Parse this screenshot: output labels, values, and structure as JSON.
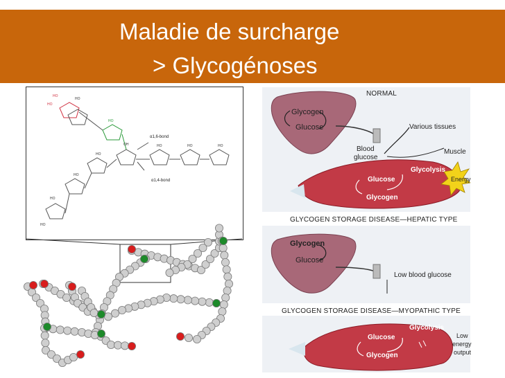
{
  "title": {
    "line1": "Maladie de surcharge",
    "line2": "> Glycogénoses"
  },
  "colors": {
    "title_bar": "#c8660b",
    "liver": "#a86878",
    "muscle": "#c23a46",
    "bead": "#cfcfcf",
    "bead_red": "#d81d1d",
    "bead_green": "#1d8a2a",
    "energy_star": "#f2d21a",
    "panel_bg": "#eef1f5"
  },
  "chem": {
    "bond_16": "α1,6-bond",
    "bond_14": "α1,4-bond"
  },
  "normal": {
    "header": "NORMAL",
    "glycogen": "Glycogen",
    "glucose": "Glucose",
    "various_tissues": "Various tissues",
    "blood_glucose_1": "Blood",
    "blood_glucose_2": "glucose",
    "muscle": "Muscle",
    "glycolysis": "Glycolysis",
    "m_glucose": "Glucose",
    "m_glycogen": "Glycogen",
    "energy": "Energy"
  },
  "hepatic": {
    "header": "GLYCOGEN STORAGE DISEASE—HEPATIC TYPE",
    "glycogen": "Glycogen",
    "glucose": "Glucose",
    "low_blood_glucose": "Low blood glucose"
  },
  "myopathic": {
    "header": "GLYCOGEN STORAGE DISEASE—MYOPATHIC TYPE",
    "glycolysis": "Glycolysis",
    "glucose": "Glucose",
    "glycogen": "Glycogen",
    "low_energy_1": "Low",
    "low_energy_2": "energy",
    "low_energy_3": "output"
  }
}
